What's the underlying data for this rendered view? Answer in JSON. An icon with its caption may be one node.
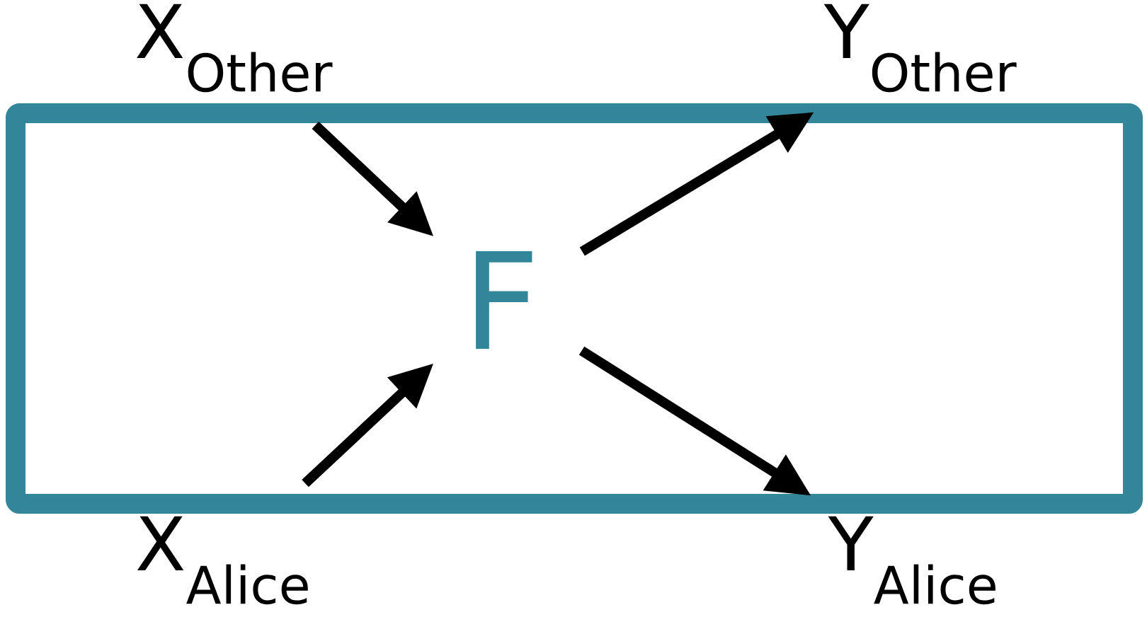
{
  "diagram": {
    "nodes": [
      {
        "text": [],
        "shape": "box"
      },
      {
        "text": [
          "F"
        ],
        "in": 0
      },
      {
        "text": [
          "X$_{Other}$"
        ]
      },
      {
        "text": [
          "Y$_{Other}$"
        ]
      },
      {
        "text": [
          "X$_{Alice}$"
        ]
      },
      {
        "text": [
          "Y$_{Alice}$"
        ]
      }
    ],
    "edges": [
      {
        "from": 2,
        "to": 1,
        "arrow": "to"
      },
      {
        "from": 4,
        "to": 1,
        "arrow": "to"
      },
      {
        "from": 1,
        "to": 3,
        "arrow": "to"
      },
      {
        "from": 1,
        "to": 5,
        "arrow": "to"
      }
    ]
  }
}
